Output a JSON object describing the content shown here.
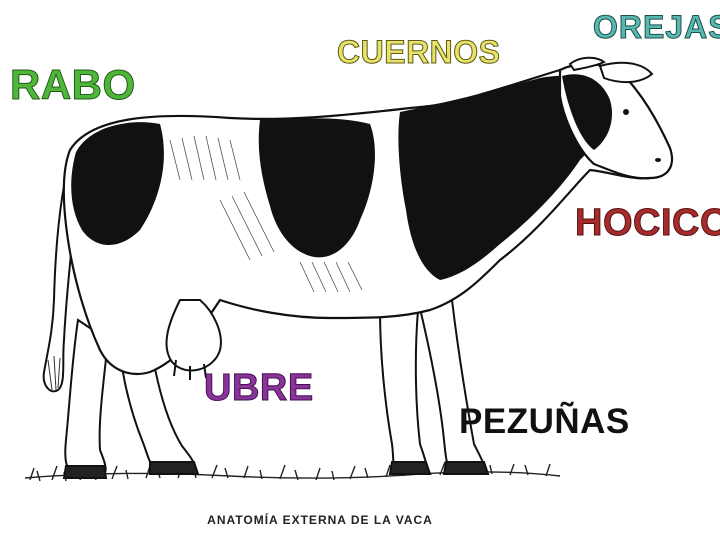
{
  "labels": {
    "rabo": "RABO",
    "cuernos": "CUERNOS",
    "orejas": "OREJAS",
    "hocico": "HOCICO",
    "ubre": "UBRE",
    "pezunas": "PEZUÑAS"
  },
  "caption": "ANATOMÍA EXTERNA DE LA VACA",
  "colors": {
    "rabo": "#4fb63a",
    "cuernos": "#e7e36a",
    "orejas": "#58b8b0",
    "hocico": "#a62c2c",
    "ubre": "#8a3399",
    "pezunas": "#111111",
    "cow_spots": "#111111",
    "cow_body": "#ffffff"
  }
}
